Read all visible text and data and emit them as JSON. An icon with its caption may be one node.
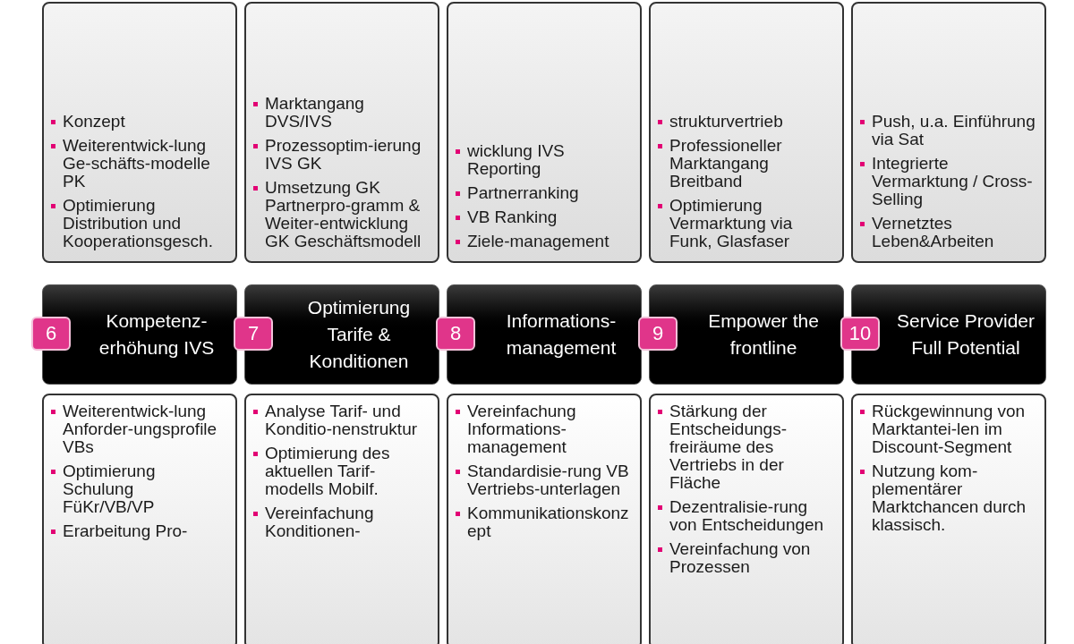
{
  "diagram": {
    "nodes": [
      {
        "text": [
          "Konzept",
          "Weiterentwick-lung Ge-schäfts-modelle PK",
          "Optimierung Distribution und Kooperationsgesch."
        ]
      },
      {
        "text": [
          "Marktangang DVS/IVS",
          "Prozessoptim-ierung IVS GK",
          "Umsetzung GK Partnerpro-gramm & Weiter-entwicklung GK Geschäftsmodell"
        ]
      },
      {
        "text": [
          "wicklung IVS Reporting",
          "Partnerranking",
          "VB Ranking",
          "Ziele-management"
        ]
      },
      {
        "text": [
          "strukturvertrieb",
          "Professioneller Marktangang Breitband",
          "Optimierung Vermarktung via Funk, Glasfaser"
        ]
      },
      {
        "text": [
          "Push, u.a. Einführung via Sat",
          "Integrierte Vermarktung / Cross-Selling",
          "Vernetztes Leben&Arbeiten"
        ]
      },
      {
        "text": [
          "6"
        ]
      },
      {
        "text": [
          "Kompetenz-erhöhung IVS"
        ]
      },
      {
        "text": [
          "7"
        ]
      },
      {
        "text": [
          "Optimierung Tarife & Konditionen"
        ]
      },
      {
        "text": [
          "8"
        ]
      },
      {
        "text": [
          "Informations-management"
        ]
      },
      {
        "text": [
          "9"
        ]
      },
      {
        "text": [
          "Empower the frontline"
        ]
      },
      {
        "text": [
          "10"
        ]
      },
      {
        "text": [
          "Service Provider Full Potential"
        ]
      },
      {
        "text": [
          "Weiterentwick-lung Anforder-ungsprofile VBs",
          "Optimierung Schulung FüKr/VB/VP",
          "Erarbeitung Pro-"
        ]
      },
      {
        "text": [
          "Analyse Tarif- und Konditio-nenstruktur",
          "Optimierung des aktuellen Tarif-modells Mobilf.",
          "Vereinfachung Konditionen-"
        ]
      },
      {
        "text": [
          "Vereinfachung Informations-management",
          "Standardisie-rung VB Vertriebs-unterlagen",
          "Kommunikationskonzept"
        ]
      },
      {
        "text": [
          "Stärkung der Entscheidungs-freiräume des Vertriebs in der Fläche",
          "Dezentralisie-rung von Entscheidungen",
          "Vereinfachung von Prozessen"
        ]
      },
      {
        "text": [
          "Rückgewinnung von Marktantei-len im Discount-Segment",
          "Nutzung kom-plementärer Marktchancen durch klassisch."
        ]
      }
    ],
    "edges": []
  }
}
